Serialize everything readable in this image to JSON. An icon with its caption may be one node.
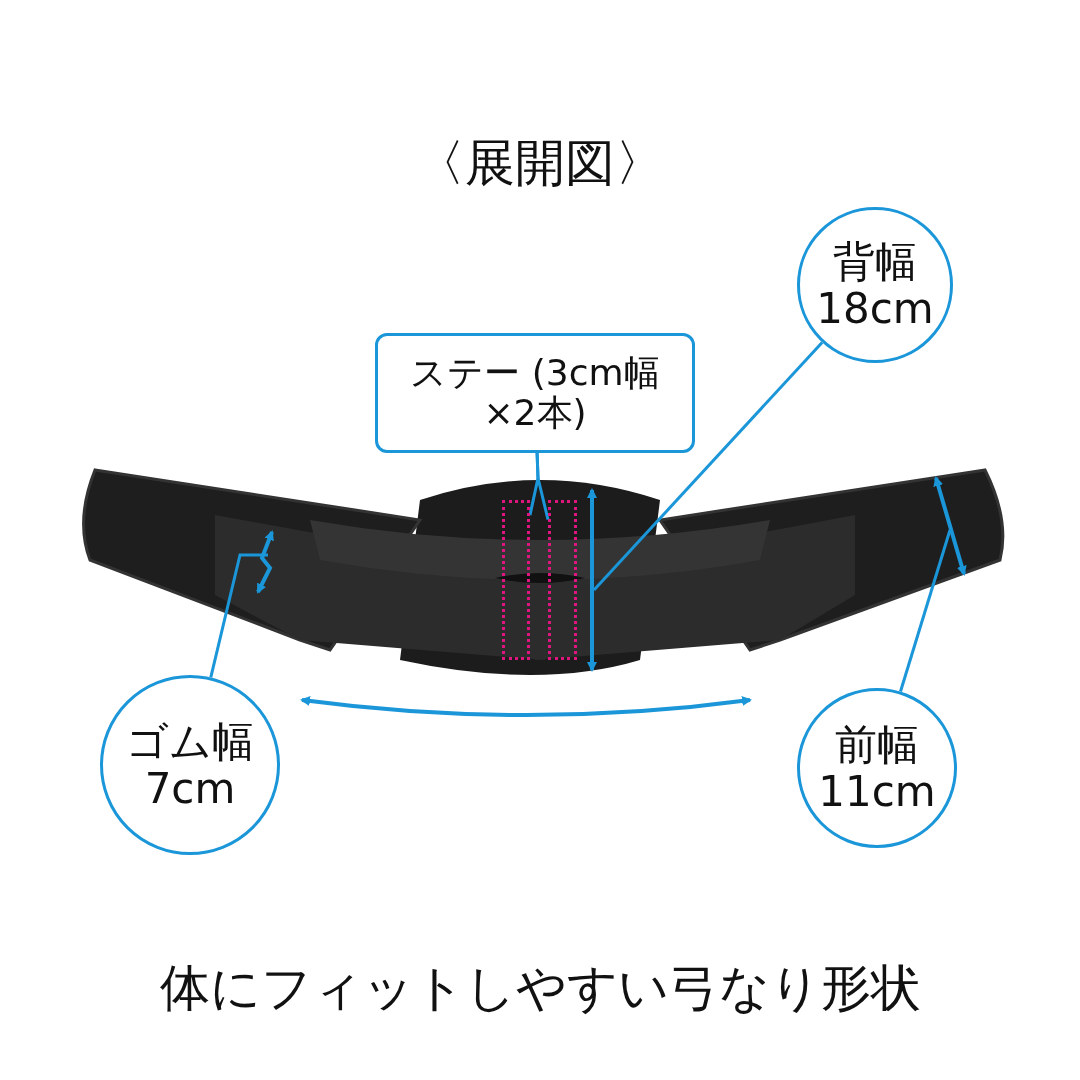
{
  "diagram": {
    "title": "〈展開図〉",
    "caption": "体にフィットしやすい弓なり形状",
    "nodes": [
      {
        "text": [
          "ステー (3cm幅×2本)"
        ]
      },
      {
        "text": [
          "背幅 18cm"
        ]
      },
      {
        "text": [
          "ゴム幅 7cm"
        ]
      },
      {
        "text": [
          "前幅 11cm"
        ]
      },
      {
        "text": [],
        "shape": "box"
      },
      {
        "text": [],
        "shape": "box"
      }
    ],
    "edges": [
      {
        "from": 0,
        "to": 4,
        "arrow": "none"
      },
      {
        "from": 0,
        "to": 5,
        "arrow": "none"
      },
      {
        "from": 1,
        "to": null,
        "arrow": "none"
      },
      {
        "from": 2,
        "to": null,
        "arrow": "none"
      },
      {
        "from": 3,
        "to": null,
        "arrow": "none"
      }
    ]
  }
}
